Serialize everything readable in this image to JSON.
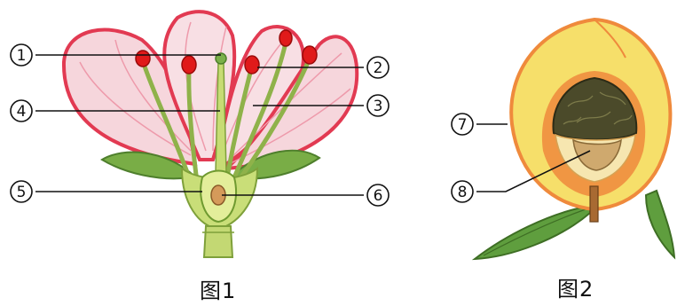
{
  "figure1": {
    "caption": "图1",
    "labels": [
      "①",
      "②",
      "③",
      "④",
      "⑤",
      "⑥"
    ]
  },
  "figure2": {
    "caption": "图2",
    "labels": [
      "⑦",
      "⑧"
    ]
  },
  "colors": {
    "petal": "#e23a52",
    "petal_light": "#f6d6dc",
    "stem_green": "#b7cf6a",
    "leaf_green": "#5f9e3e",
    "anther": "#e01a1a",
    "fruit_yellow": "#f6df6a",
    "fruit_orange": "#ef8a3c",
    "pit_dark": "#4b4a2a",
    "seed": "#cfa96e"
  }
}
